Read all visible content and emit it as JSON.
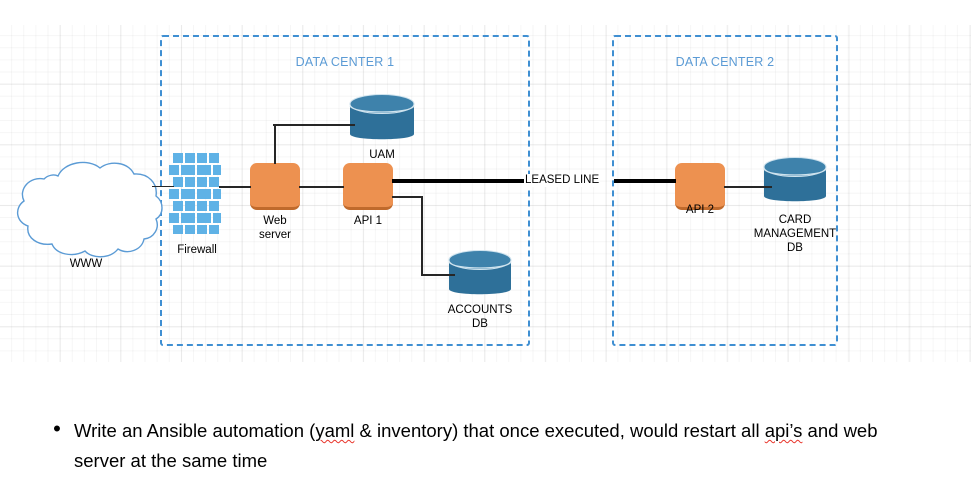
{
  "diagram": {
    "datacenters": [
      {
        "id": "dc1",
        "title": "DATA CENTER 1"
      },
      {
        "id": "dc2",
        "title": "DATA CENTER 2"
      }
    ],
    "nodes": {
      "www": {
        "label": "WWW",
        "icon": "cloud-icon"
      },
      "firewall": {
        "label": "Firewall",
        "icon": "brick-wall-icon"
      },
      "web_server": {
        "label": "Web\nserver",
        "icon": "server-box-icon"
      },
      "api1": {
        "label": "API 1",
        "icon": "server-box-icon"
      },
      "api2": {
        "label": "API 2",
        "icon": "server-box-icon"
      },
      "uam": {
        "label": "UAM",
        "icon": "database-cylinder-icon"
      },
      "accounts_db": {
        "label": "ACCOUNTS\nDB",
        "icon": "database-cylinder-icon"
      },
      "card_db": {
        "label": "CARD\nMANAGEMENT\nDB",
        "icon": "database-cylinder-icon"
      }
    },
    "links": {
      "leased_line_label": "LEASED LINE"
    },
    "colors": {
      "server_orange": "#ED9150",
      "server_orange_shadow": "#C06A2C",
      "database_blue": "#2E7099",
      "database_blue_top": "#3E82AB",
      "firewall_blue": "#5FB2E6",
      "boundary_blue": "#3F8FD2",
      "title_blue": "#5B9BD5",
      "cloud_outline": "#5B9BD5",
      "wire_black": "#262626",
      "spellcheck_red": "#E8342A"
    }
  },
  "notes": {
    "bullet_marker": "•",
    "text_part_1": "Write an Ansible automation (",
    "text_misspelled_1": "yaml",
    "text_part_2": " & inventory) that once executed, would restart all ",
    "text_misspelled_2": "api’s",
    "text_part_3": " and web server at the same time"
  }
}
